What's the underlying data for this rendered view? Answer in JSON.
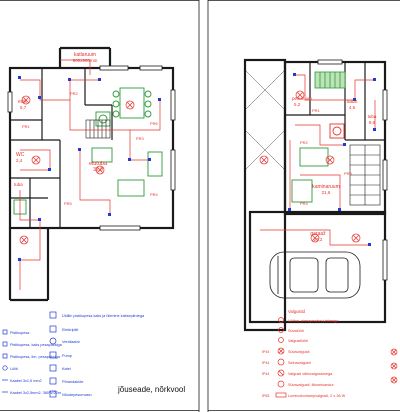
{
  "colors": {
    "wall": "#1a1a1a",
    "electric": "#e8322b",
    "socket": "#1f3bd1",
    "furniture": "#2f9a3c",
    "sheet_border": "#1a1a1a"
  },
  "left_plan": {
    "rooms": {
      "top_center_line1": "katlaruum",
      "top_center_line2": "900x900mm",
      "upper_left": "esik",
      "center": "elutuba",
      "left_mid": "WC",
      "small_left": "tuba"
    },
    "areas": {
      "upper_left": "5,7",
      "center": "32,0",
      "left_mid": "2,4"
    },
    "marks": {
      "m1": "PR2",
      "m2": "PR3",
      "m3": "PR4",
      "m4": "PR5",
      "m5": "PR6",
      "m6": "PR1"
    }
  },
  "right_plan": {
    "rooms": {
      "top": "saun",
      "mid_left": "pesuruum",
      "center": "kaminaruum",
      "garage": "garaaž",
      "top_right": "tuba"
    },
    "areas": {
      "top": "4,5",
      "mid_left": "5,2",
      "center": "21,6",
      "garage": "27,2",
      "top_right": "9,8"
    },
    "marks": {
      "m1": "PR1",
      "m2": "PR2",
      "m3": "PR3",
      "m4": "PR4"
    }
  },
  "legend_left": {
    "col1": [
      "Pistikupesa",
      "Pistikupesa, kaks pesapuksiga",
      "Pistikupesa, ilm. pesapuksiga",
      "Lüliti",
      "Kaabel 3x1,5 mm2",
      "Kaabel 3x2,5mm2, 380W/22m"
    ],
    "col2": [
      "Üldliin pistikupesa kaks ja ülemine kaitsepiirdega",
      "Elektripliit",
      "Ventilaator",
      "Pump",
      "Katel",
      "Põrandaküte",
      "Nõudepesumasin"
    ]
  },
  "legend_right": {
    "heading": "Valgustid",
    "items": [
      "Lülitus, pinnapealse juhtmega",
      "Süvalühti",
      "Valgustilüliti",
      "Süvavalgusti",
      "Seinavalgusti",
      "Valgusti välisvalgustusega",
      "Süvavalgusti, liikumisandur",
      "Luminofoorlampvalgusti, 2 x 36 W"
    ],
    "tags": [
      "IP44",
      "IP44",
      "IP44",
      "IP65"
    ]
  },
  "footer": {
    "caption": "jõuseade, nõrkvool"
  }
}
